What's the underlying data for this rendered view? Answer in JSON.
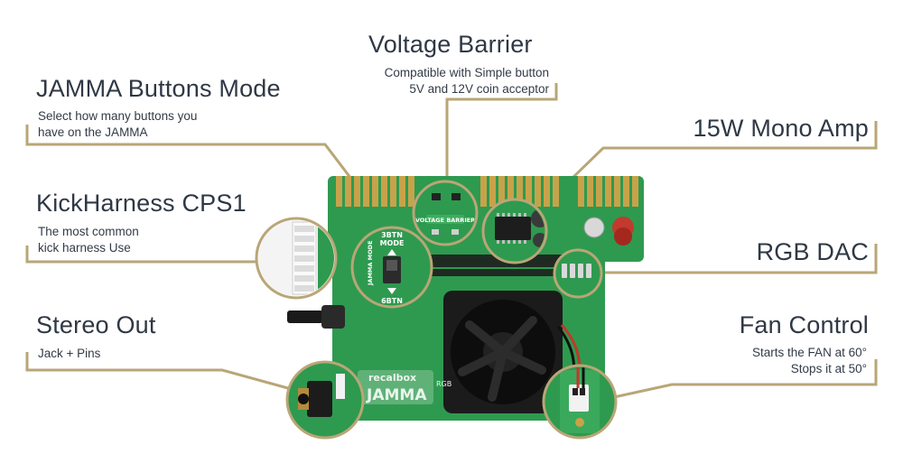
{
  "callouts": {
    "voltage_barrier": {
      "title": "Voltage Barrier",
      "line1": "Compatible with Simple button",
      "line2": "5V and 12V coin acceptor"
    },
    "jamma_buttons": {
      "title": "JAMMA Buttons Mode",
      "line1": "Select how many buttons you",
      "line2": "have on the JAMMA"
    },
    "mono_amp": {
      "title": "15W Mono Amp"
    },
    "kickharness": {
      "title": "KickHarness CPS1",
      "line1": "The most common",
      "line2": "kick harness Use"
    },
    "rgb_dac": {
      "title": "RGB DAC"
    },
    "stereo_out": {
      "title": "Stereo Out",
      "line1": "Jack + Pins"
    },
    "fan_control": {
      "title": "Fan Control",
      "line1": "Starts the FAN at 60°",
      "line2": "Stops it at 50°"
    }
  },
  "board": {
    "brand": "recalbox",
    "model": "JAMMA",
    "version": "RGB",
    "switch_top": "3BTN",
    "switch_top2": "MODE",
    "switch_side": "JAMMA MODE",
    "switch_bottom": "6BTN",
    "barrier_label": "VOLTAGE BARRIER"
  },
  "colors": {
    "accent_gold": "#b9a677",
    "pcb_green": "#2e9a4f",
    "gold_finger": "#c8a24a",
    "text_dark": "#2f3845"
  }
}
